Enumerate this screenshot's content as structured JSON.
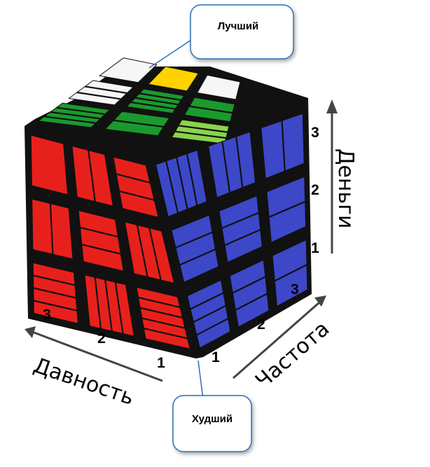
{
  "callouts": {
    "best": "Лучший",
    "worst": "Худший"
  },
  "axes": {
    "recency": {
      "label": "Давность",
      "ticks": [
        "1",
        "2",
        "3"
      ]
    },
    "frequency": {
      "label": "Частота",
      "ticks": [
        "1",
        "2",
        "3"
      ]
    },
    "money": {
      "label": "Деньги",
      "ticks": [
        "1",
        "2",
        "3"
      ]
    }
  },
  "colors": {
    "red": "#e8201c",
    "green": "#1a9a2e",
    "light_green": "#8ad44a",
    "blue": "#3c48c8",
    "yellow": "#ffd200",
    "white": "#f6f6f6",
    "callout_border": "#2e6fb6"
  }
}
